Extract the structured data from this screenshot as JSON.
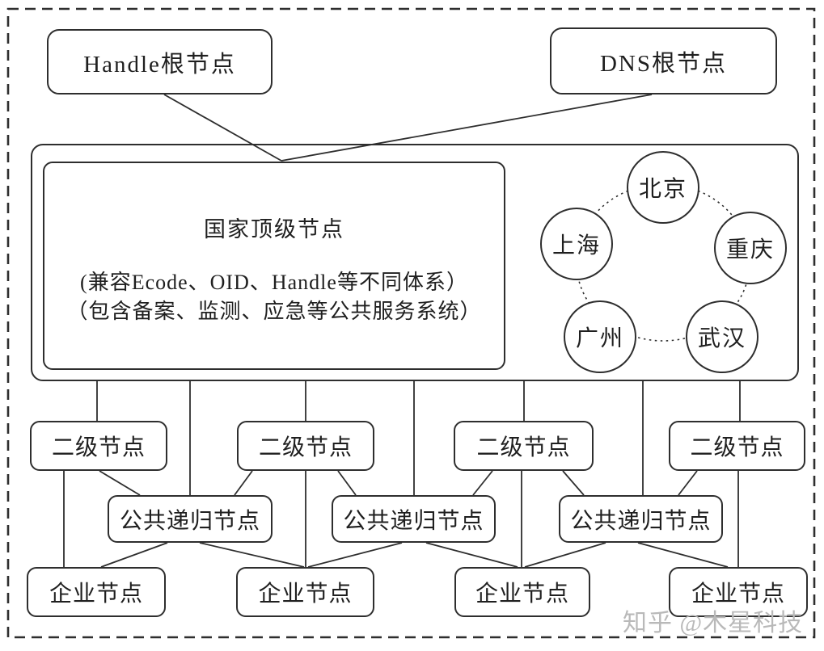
{
  "colors": {
    "background": "#ffffff",
    "line": "#2e2e2e",
    "text": "#1f1f1f",
    "watermark": "#b9b9b9"
  },
  "root_nodes": [
    {
      "label": "Handle根节点"
    },
    {
      "label": "DNS根节点"
    }
  ],
  "national_top_node": {
    "title": "国家顶级节点",
    "note_line1": "(兼容Ecode、OID、Handle等不同体系）",
    "note_line2": "（包含备案、监测、应急等公共服务系统）",
    "cities": [
      {
        "label": "北京"
      },
      {
        "label": "上海"
      },
      {
        "label": "重庆"
      },
      {
        "label": "广州"
      },
      {
        "label": "武汉"
      }
    ]
  },
  "second_level_nodes": [
    {
      "label": "二级节点"
    },
    {
      "label": "二级节点"
    },
    {
      "label": "二级节点"
    },
    {
      "label": "二级节点"
    }
  ],
  "public_recursive_nodes": [
    {
      "label": "公共递归节点"
    },
    {
      "label": "公共递归节点"
    },
    {
      "label": "公共递归节点"
    }
  ],
  "enterprise_nodes": [
    {
      "label": "企业节点"
    },
    {
      "label": "企业节点"
    },
    {
      "label": "企业节点"
    },
    {
      "label": "企业节点"
    }
  ],
  "watermark": {
    "text": "知乎 @木星科技"
  }
}
